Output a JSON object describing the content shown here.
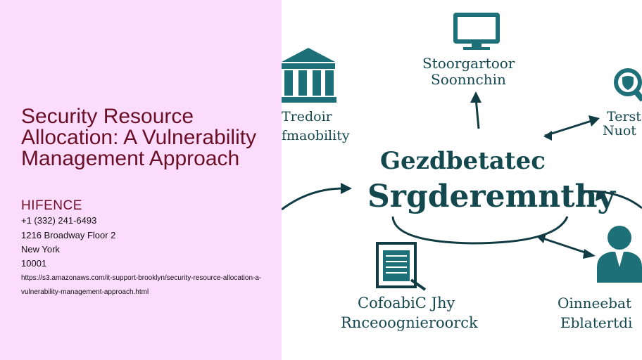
{
  "left": {
    "title": "Security Resource Allocation: A Vulnerability Management Approach",
    "company": "HIFENCE",
    "phone": "+1 (332) 241-6493",
    "address": "1216 Broadway Floor 2",
    "city": "New York",
    "zip": "10001",
    "url": "https://s3.amazonaws.com/it-support-brooklyn/security-resource-allocation-a-vulnerability-management-approach.html"
  },
  "diagram": {
    "center_line1": "Gezdbetatec",
    "center_line2": "Srgderemnthy",
    "top_label_line1": "Stoorgartoor",
    "top_label_line2": "Soonnchin",
    "left_label_line1": "Tredoir",
    "left_label_line2": "fmaobility",
    "right_label_line1": "Terster",
    "right_label_line2": "Nuot",
    "bottom_label_line1": "CofoabiC Jhy",
    "bottom_label_line2": "Rnceoognieroorck",
    "bottomright_label_line1": "Oinneebat",
    "bottomright_label_line2": "Eblatertdi",
    "colors": {
      "teal": "#1d6f78",
      "dark": "#123c44"
    }
  }
}
